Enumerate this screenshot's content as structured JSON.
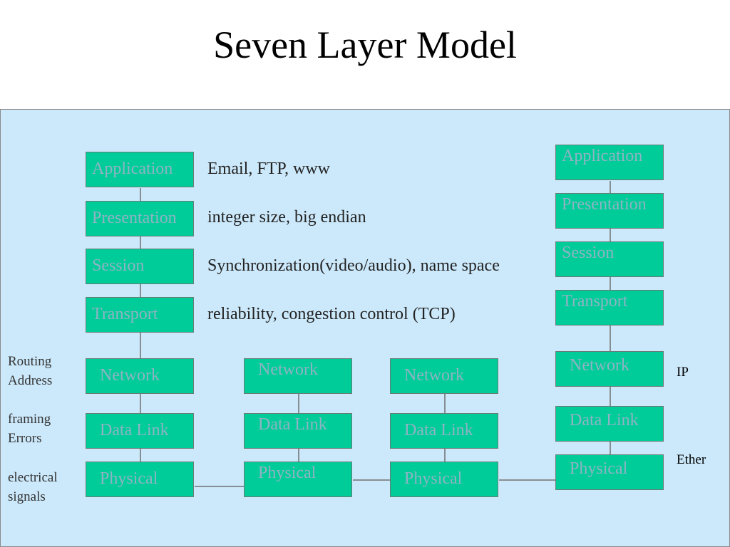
{
  "title": "Seven Layer Model",
  "stacks": {
    "left": [
      "Application",
      "Presentation",
      "Session",
      "Transport",
      "Network",
      "Data Link",
      "Physical"
    ],
    "right": [
      "Application",
      "Presentation",
      "Session",
      "Transport",
      "Network",
      "Data Link",
      "Physical"
    ],
    "router1": [
      "Network",
      "Data Link",
      "Physical"
    ],
    "router2": [
      "Network",
      "Data Link",
      "Physical"
    ]
  },
  "descriptions": {
    "application": "Email, FTP, www",
    "presentation": "integer size, big endian",
    "session": "Synchronization(video/audio), name space",
    "transport": "reliability, congestion control (TCP)"
  },
  "side_notes": {
    "network": [
      "Routing",
      "Address"
    ],
    "datalink": [
      "framing",
      "Errors"
    ],
    "physical": [
      "electrical",
      "signals"
    ]
  },
  "tags": {
    "network": "IP",
    "physical": "Ether"
  }
}
